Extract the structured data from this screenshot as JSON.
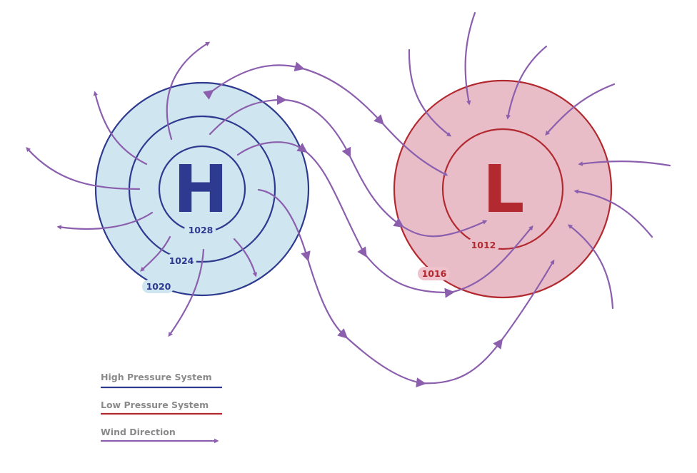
{
  "high_pressure": {
    "letter": "H",
    "isobars": [
      "1028",
      "1024",
      "1020"
    ],
    "fill_color": "#cfe5ef",
    "line_color": "#2e3a8f"
  },
  "low_pressure": {
    "letter": "L",
    "isobars": [
      "1012",
      "1016"
    ],
    "fill_color": "#e8bdc8",
    "line_color": "#b22a30",
    "label_bg_color": "#f0c2cb"
  },
  "wind_color": "#8b5fad",
  "legend": {
    "items": [
      {
        "label": "High Pressure System",
        "color": "#2e3a8f",
        "symbol": "line"
      },
      {
        "label": "Low Pressure System",
        "color": "#b22a30",
        "symbol": "line"
      },
      {
        "label": "Wind Direction",
        "color": "#8b5fad",
        "symbol": "arrow"
      }
    ]
  }
}
